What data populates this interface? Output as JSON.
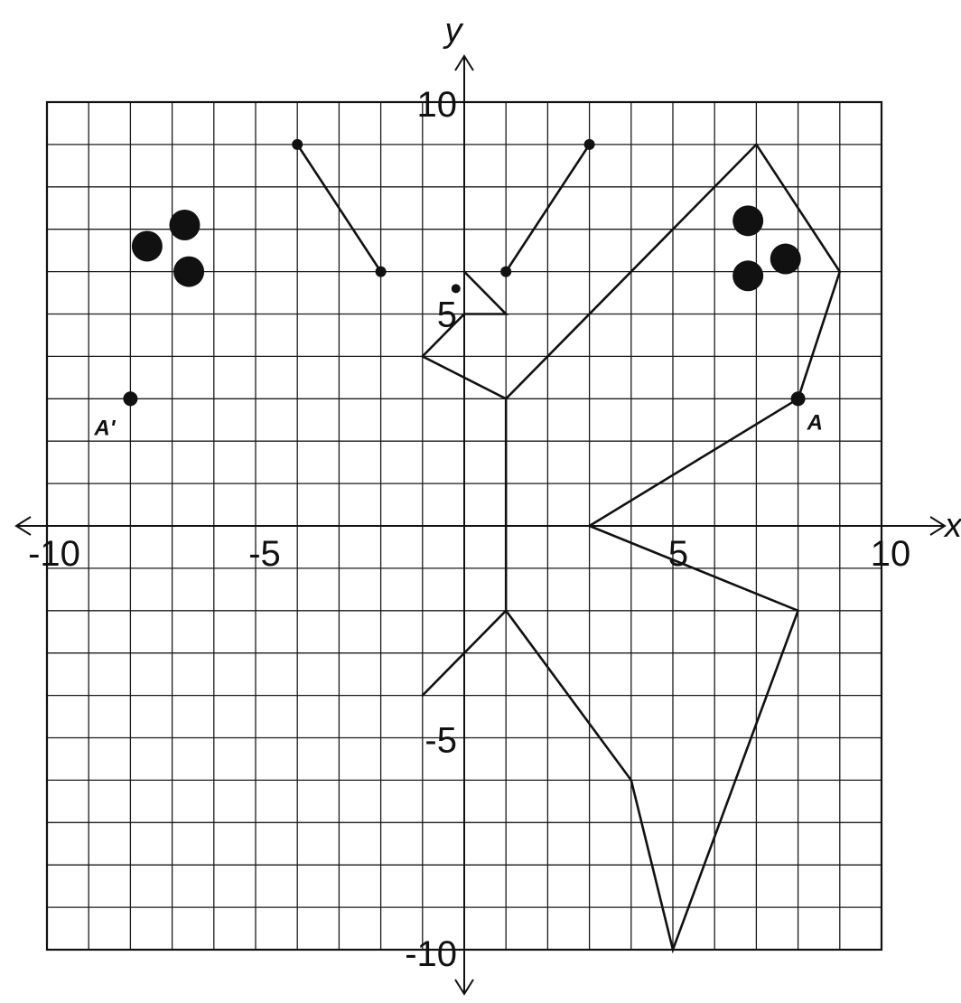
{
  "axes": {
    "x_name": "x",
    "y_name": "y",
    "range": [
      -10,
      10
    ],
    "grid_step": 1
  },
  "tick_labels": {
    "x_neg10": "-10",
    "x_neg5": "-5",
    "x_5": "5",
    "x_10": "10",
    "y_10": "10",
    "y_5": "5",
    "y_neg5": "-5",
    "y_neg10": "-10"
  },
  "points": {
    "A": {
      "label": "A",
      "x": 8,
      "y": 3
    },
    "A_prime": {
      "label": "A'",
      "x": -8,
      "y": 3
    }
  },
  "figure": {
    "polyline": [
      [
        -1,
        -4
      ],
      [
        1,
        -2
      ],
      [
        4,
        -6
      ],
      [
        5,
        -10
      ],
      [
        8,
        -2
      ],
      [
        3,
        0
      ],
      [
        8,
        3
      ],
      [
        9,
        6
      ],
      [
        7,
        9
      ],
      [
        1,
        3
      ],
      [
        -1,
        4
      ],
      [
        0,
        5
      ],
      [
        1,
        5
      ],
      [
        0,
        6
      ]
    ],
    "spine": [
      [
        1,
        3
      ],
      [
        1,
        -2
      ]
    ],
    "antenna_left": [
      [
        -4,
        9
      ],
      [
        -2,
        6
      ]
    ],
    "antenna_right": [
      [
        3,
        9
      ],
      [
        1,
        6
      ]
    ],
    "antenna_tips": [
      [
        -4,
        9
      ],
      [
        -2,
        6
      ],
      [
        3,
        9
      ],
      [
        1,
        6
      ]
    ],
    "spots_right": [
      [
        6.8,
        7.2
      ],
      [
        7.7,
        6.3
      ],
      [
        6.8,
        5.9
      ]
    ],
    "spots_left": [
      [
        -6.7,
        7.1
      ],
      [
        -7.6,
        6.6
      ],
      [
        -6.6,
        6.0
      ]
    ]
  },
  "colors": {
    "ink": "#111111",
    "background": "#ffffff"
  }
}
